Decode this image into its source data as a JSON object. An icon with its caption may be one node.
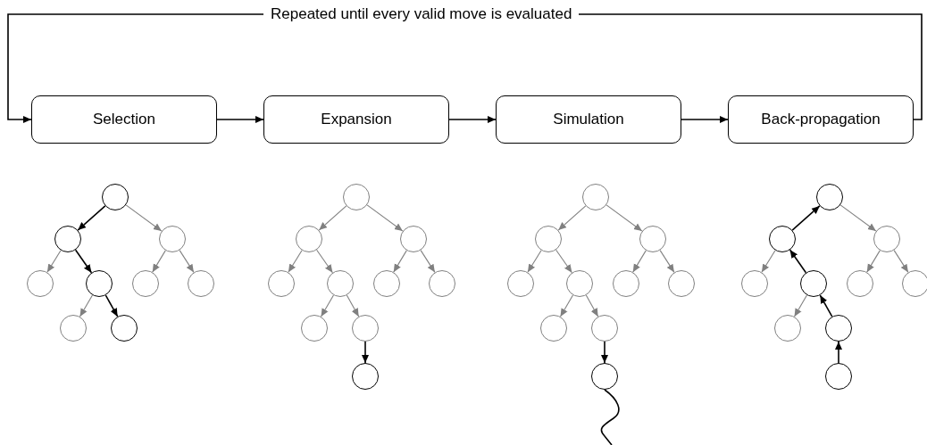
{
  "diagram": {
    "nodes": [
      {
        "text": [
          "Selection"
        ]
      },
      {
        "text": [
          "Expansion"
        ]
      },
      {
        "text": [
          "Simulation"
        ]
      },
      {
        "text": [
          "Back-propagation"
        ]
      },
      {
        "text": [],
        "shape": "circle"
      },
      {
        "text": [],
        "shape": "circle"
      },
      {
        "text": [],
        "shape": "circle"
      },
      {
        "text": [],
        "shape": "circle"
      },
      {
        "text": [],
        "shape": "circle"
      },
      {
        "text": [],
        "shape": "circle"
      },
      {
        "text": [],
        "shape": "circle"
      },
      {
        "text": [],
        "shape": "circle"
      },
      {
        "text": [],
        "shape": "circle"
      },
      {
        "text": [],
        "shape": "circle"
      },
      {
        "text": [],
        "shape": "circle"
      },
      {
        "text": [],
        "shape": "circle"
      },
      {
        "text": [],
        "shape": "circle"
      },
      {
        "text": [],
        "shape": "circle"
      },
      {
        "text": [],
        "shape": "circle"
      },
      {
        "text": [],
        "shape": "circle"
      },
      {
        "text": [],
        "shape": "circle"
      },
      {
        "text": [],
        "shape": "circle"
      },
      {
        "text": [],
        "shape": "circle"
      },
      {
        "text": [],
        "shape": "circle"
      },
      {
        "text": [],
        "shape": "circle"
      },
      {
        "text": [],
        "shape": "circle"
      },
      {
        "text": [],
        "shape": "circle"
      },
      {
        "text": [],
        "shape": "circle"
      },
      {
        "text": [],
        "shape": "circle"
      },
      {
        "text": [],
        "shape": "circle"
      },
      {
        "text": [],
        "shape": "circle"
      },
      {
        "text": [],
        "shape": "circle"
      },
      {
        "text": [],
        "shape": "circle"
      },
      {
        "text": [],
        "shape": "circle"
      },
      {
        "text": [],
        "shape": "circle"
      },
      {
        "text": [],
        "shape": "circle"
      },
      {
        "text": [],
        "shape": "circle"
      },
      {
        "text": [],
        "shape": "circle"
      },
      {
        "text": [],
        "shape": "circle"
      },
      {
        "text": [],
        "shape": "circle"
      },
      {
        "text": [],
        "shape": "circle"
      },
      {
        "text": [],
        "shape": "circle"
      },
      {
        "text": [],
        "shape": "circle"
      }
    ],
    "edges": [
      {
        "from": 0,
        "to": 1,
        "arrow": "to",
        "color": "#000000"
      },
      {
        "from": 1,
        "to": 2,
        "arrow": "to",
        "color": "#000000"
      },
      {
        "from": 2,
        "to": 3,
        "arrow": "to",
        "color": "#000000"
      },
      {
        "from": 3,
        "to": 0,
        "arrow": "to",
        "color": "#000000",
        "label": "Repeated until every valid move is evaluated"
      },
      {
        "from": 4,
        "to": 5,
        "arrow": "to",
        "color": "#000000"
      },
      {
        "from": 4,
        "to": 6,
        "arrow": "to"
      },
      {
        "from": 5,
        "to": 7,
        "arrow": "to"
      },
      {
        "from": 5,
        "to": 8,
        "arrow": "to",
        "color": "#000000"
      },
      {
        "from": 6,
        "to": 9,
        "arrow": "to"
      },
      {
        "from": 6,
        "to": 10,
        "arrow": "to"
      },
      {
        "from": 8,
        "to": 11,
        "arrow": "to"
      },
      {
        "from": 8,
        "to": 12,
        "arrow": "to",
        "color": "#000000"
      },
      {
        "from": 13,
        "to": 14,
        "arrow": "to"
      },
      {
        "from": 13,
        "to": 15,
        "arrow": "to"
      },
      {
        "from": 14,
        "to": 16,
        "arrow": "to"
      },
      {
        "from": 14,
        "to": 17,
        "arrow": "to"
      },
      {
        "from": 15,
        "to": 18,
        "arrow": "to"
      },
      {
        "from": 15,
        "to": 19,
        "arrow": "to"
      },
      {
        "from": 17,
        "to": 20,
        "arrow": "to"
      },
      {
        "from": 17,
        "to": 21,
        "arrow": "to"
      },
      {
        "from": 21,
        "to": 22,
        "arrow": "to",
        "color": "#000000"
      },
      {
        "from": 23,
        "to": 24,
        "arrow": "to"
      },
      {
        "from": 23,
        "to": 25,
        "arrow": "to"
      },
      {
        "from": 24,
        "to": 26,
        "arrow": "to"
      },
      {
        "from": 24,
        "to": 27,
        "arrow": "to"
      },
      {
        "from": 25,
        "to": 28,
        "arrow": "to"
      },
      {
        "from": 25,
        "to": 29,
        "arrow": "to"
      },
      {
        "from": 27,
        "to": 30,
        "arrow": "to"
      },
      {
        "from": 27,
        "to": 31,
        "arrow": "to"
      },
      {
        "from": 31,
        "to": 32,
        "arrow": "to",
        "color": "#000000"
      },
      {
        "from": 32,
        "to": null,
        "arrow": "none",
        "color": "#000000"
      },
      {
        "from": 34,
        "to": 33,
        "arrow": "to",
        "color": "#000000"
      },
      {
        "from": 33,
        "to": 35,
        "arrow": "to"
      },
      {
        "from": 34,
        "to": 36,
        "arrow": "to"
      },
      {
        "from": 37,
        "to": 34,
        "arrow": "to",
        "color": "#000000"
      },
      {
        "from": 35,
        "to": 38,
        "arrow": "to"
      },
      {
        "from": 35,
        "to": 39,
        "arrow": "to"
      },
      {
        "from": 37,
        "to": 40,
        "arrow": "to"
      },
      {
        "from": 41,
        "to": 37,
        "arrow": "to",
        "color": "#000000"
      },
      {
        "from": 42,
        "to": 41,
        "arrow": "to",
        "color": "#000000"
      }
    ]
  }
}
